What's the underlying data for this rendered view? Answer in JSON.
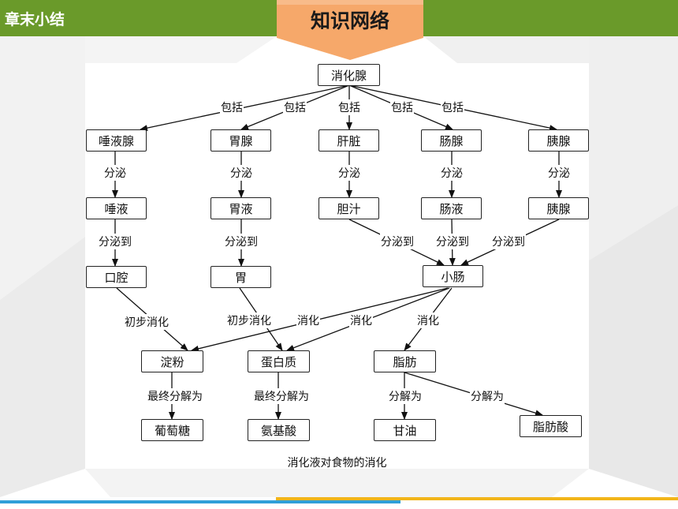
{
  "header": {
    "section_label": "章末小结",
    "title": "知识网络"
  },
  "colors": {
    "header_green": "#6a9a2a",
    "banner_orange": "#f6a86a",
    "stripe_blue": "#2f9fd8",
    "stripe_yellow": "#f2b51a"
  },
  "diagram": {
    "nodes": {
      "root": "消化腺",
      "salivary_gland": "唾液腺",
      "gastric_gland": "胃腺",
      "liver": "肝脏",
      "intestinal_gland": "肠腺",
      "pancreas": "胰腺",
      "saliva": "唾液",
      "gastric_juice": "胃液",
      "bile": "胆汁",
      "intestinal_juice": "肠液",
      "pancreatic_juice": "胰腺",
      "mouth": "口腔",
      "stomach": "胃",
      "small_intestine": "小肠",
      "starch": "淀粉",
      "protein": "蛋白质",
      "fat": "脂肪",
      "glucose": "葡萄糖",
      "amino_acid": "氨基酸",
      "glycerol": "甘油",
      "fatty_acid": "脂肪酸"
    },
    "labels": {
      "include": "包括",
      "secrete": "分泌",
      "secrete_to": "分泌到",
      "initial_digestion": "初步消化",
      "digestion": "消化",
      "final_breakdown": "最终分解为",
      "breakdown": "分解为"
    },
    "caption": "消化液对食物的消化"
  }
}
